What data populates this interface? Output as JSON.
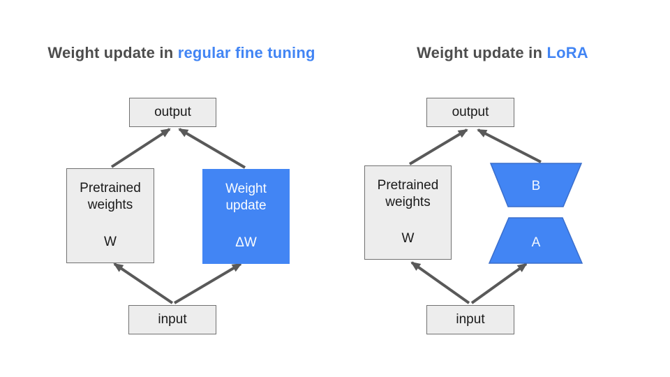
{
  "colors": {
    "accent_blue": "#4285f4",
    "arrow": "#595959",
    "box_fill": "#ededed",
    "box_border": "#707070",
    "title_text": "#4d4d4d"
  },
  "left_diagram": {
    "title_prefix": "Weight update in ",
    "title_highlight": "regular fine tuning",
    "output_label": "output",
    "input_label": "input",
    "pretrained_box": {
      "label": "Pretrained weights",
      "symbol": "W"
    },
    "weight_update_box": {
      "label": "Weight update",
      "symbol": "ΔW"
    }
  },
  "right_diagram": {
    "title_prefix": "Weight update in ",
    "title_highlight": "LoRA",
    "output_label": "output",
    "input_label": "input",
    "pretrained_box": {
      "label": "Pretrained weights",
      "symbol": "W"
    },
    "matrix_b_label": "B",
    "matrix_a_label": "A"
  }
}
